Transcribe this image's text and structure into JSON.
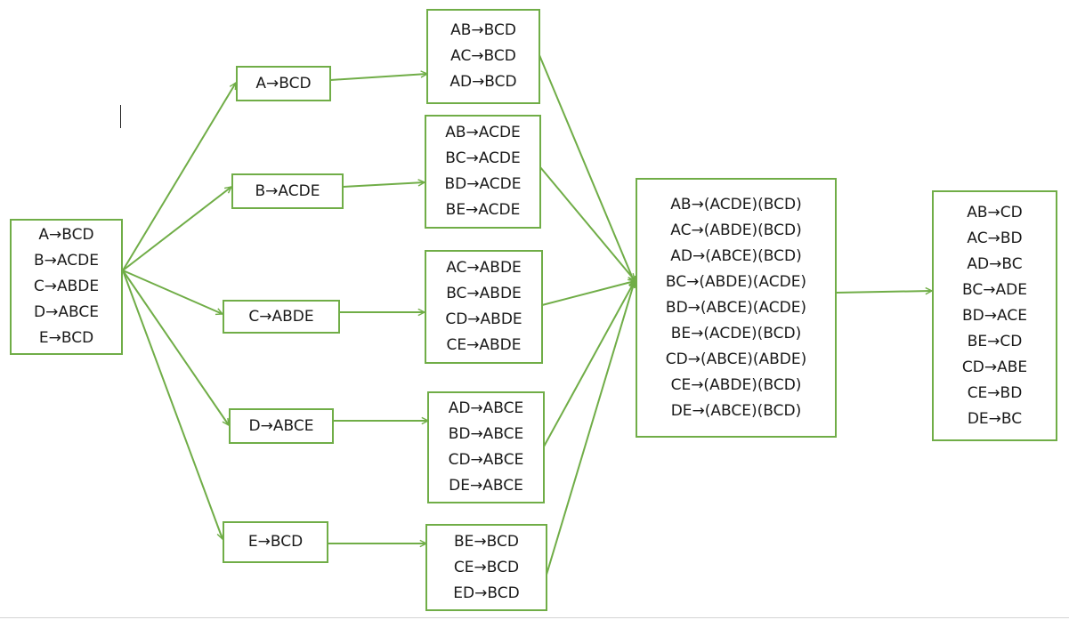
{
  "colors": {
    "stroke": "#70ad47",
    "text": "#1a1a1a"
  },
  "boxes": [
    {
      "id": "root",
      "lines": [
        "A→BCD",
        "B→ACDE",
        "C→ABDE",
        "D→ABCE",
        "E→BCD"
      ]
    },
    {
      "id": "l1a",
      "lines": [
        "A→BCD"
      ]
    },
    {
      "id": "l1b",
      "lines": [
        "B→ACDE"
      ]
    },
    {
      "id": "l1c",
      "lines": [
        "C→ABDE"
      ]
    },
    {
      "id": "l1d",
      "lines": [
        "D→ABCE"
      ]
    },
    {
      "id": "l1e",
      "lines": [
        "E→BCD"
      ]
    },
    {
      "id": "l2a",
      "lines": [
        "AB→BCD",
        "AC→BCD",
        "AD→BCD"
      ]
    },
    {
      "id": "l2b",
      "lines": [
        "AB→ACDE",
        "BC→ACDE",
        "BD→ACDE",
        "BE→ACDE"
      ]
    },
    {
      "id": "l2c",
      "lines": [
        "AC→ABDE",
        "BC→ABDE",
        "CD→ABDE",
        "CE→ABDE"
      ]
    },
    {
      "id": "l2d",
      "lines": [
        "AD→ABCE",
        "BD→ABCE",
        "CD→ABCE",
        "DE→ABCE"
      ]
    },
    {
      "id": "l2e",
      "lines": [
        "BE→BCD",
        "CE→BCD",
        "ED→BCD"
      ]
    },
    {
      "id": "merge",
      "lines": [
        "AB→(ACDE)(BCD)",
        "AC→(ABDE)(BCD)",
        "AD→(ABCE)(BCD)",
        "BC→(ABDE)(ACDE)",
        "BD→(ABCE)(ACDE)",
        "BE→(ACDE)(BCD)",
        "CD→(ABCE)(ABDE)",
        "CE→(ABDE)(BCD)",
        "DE→(ABCE)(BCD)"
      ]
    },
    {
      "id": "result",
      "lines": [
        "AB→CD",
        "AC→BD",
        "AD→BC",
        "BC→ADE",
        "BD→ACE",
        "BE→CD",
        "CD→ABE",
        "CE→BD",
        "DE→BC"
      ]
    }
  ]
}
